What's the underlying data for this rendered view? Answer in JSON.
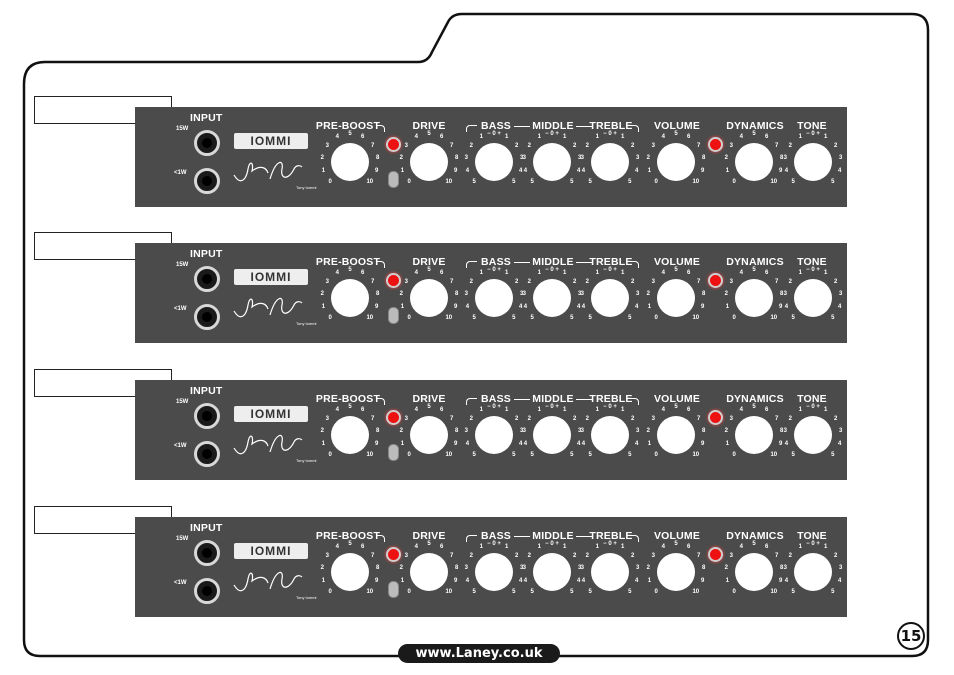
{
  "panels": [
    {
      "label": ""
    },
    {
      "label": ""
    },
    {
      "label": ""
    },
    {
      "label": ""
    }
  ],
  "controls": {
    "input": "INPUT",
    "input_15w": "15W",
    "input_1w": "<1W",
    "logo": "IOMMI",
    "signature_caption": "Tony Iommi",
    "preboost": "PRE-BOOST",
    "drive": "DRIVE",
    "bass": "BASS",
    "middle": "MIDDLE",
    "treble": "TREBLE",
    "volume": "VOLUME",
    "dynamics": "DYNAMICS",
    "tone": "TONE"
  },
  "scales": {
    "ten": [
      "0",
      "1",
      "2",
      "3",
      "4",
      "5",
      "6",
      "7",
      "8",
      "9",
      "10"
    ],
    "eq": [
      "5",
      "4",
      "3",
      "2",
      "1",
      "− 0 +",
      "1",
      "2",
      "3",
      "4",
      "5"
    ]
  },
  "footer": {
    "url": "www.Laney.co.uk",
    "page_number": "15"
  },
  "colors": {
    "panel": "#4b4b4b",
    "led": "#e11111"
  }
}
